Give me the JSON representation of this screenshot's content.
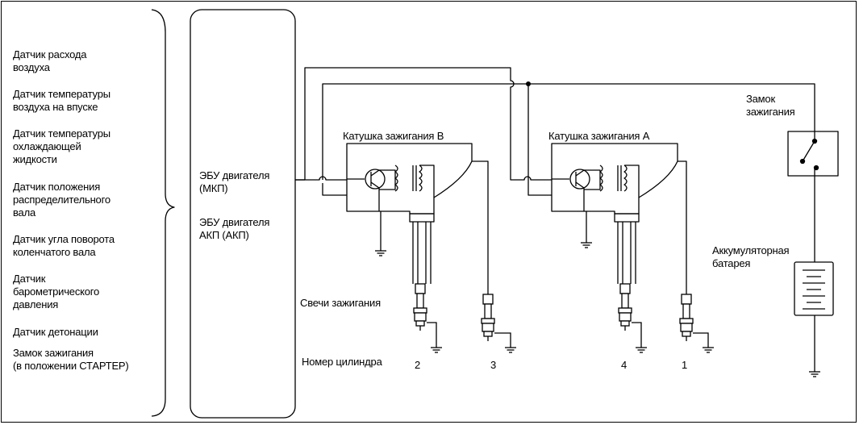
{
  "sensors": [
    "Датчик расхода\nвоздуха",
    "Датчик температуры\nвоздуха на впуске",
    "Датчик температуры\nохлаждающей\nжидкости",
    "Датчик положения\nраспределительного\nвала",
    "Датчик угла поворота\nколенчатого вала",
    "Датчик\nбарометрического\nдавления",
    "Датчик детонации",
    "Замок зажигания\n(в положении СТАРТЕР)"
  ],
  "ecu": {
    "mt": "ЭБУ двигателя\n(МКП)",
    "at": "ЭБУ двигателя\nАКП (АКП)"
  },
  "coil_b": "Катушка зажигания В",
  "coil_a": "Катушка зажигания А",
  "ignition_switch": "Замок\nзажигания",
  "battery": "Аккумуляторная\nбатарея",
  "spark_plugs": "Свечи зажигания",
  "cylinder_label": "Номер цилиндра",
  "cylinders": [
    "2",
    "3",
    "4",
    "1"
  ]
}
